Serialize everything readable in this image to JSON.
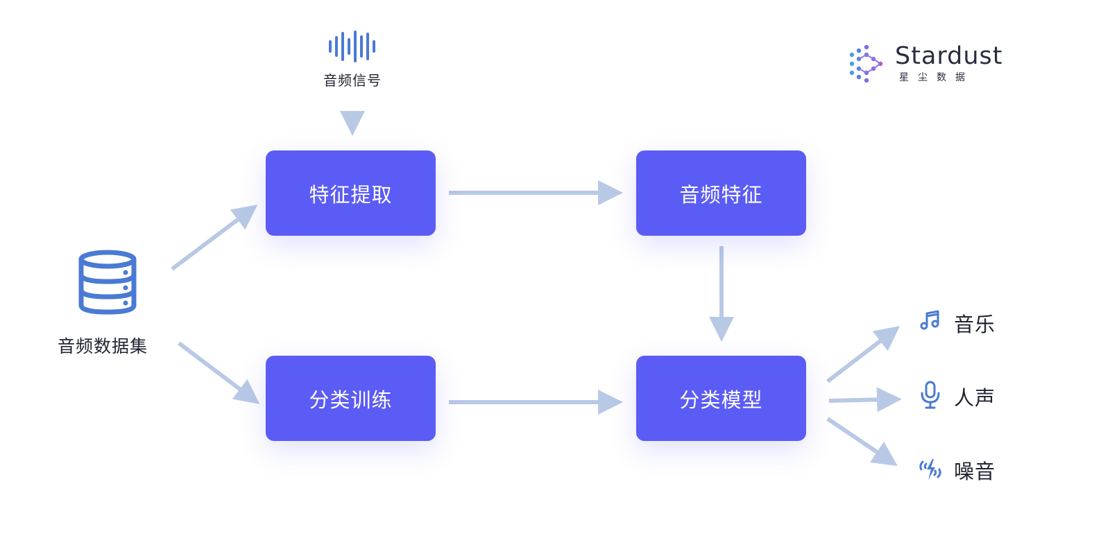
{
  "diagram": {
    "signal_label": "音频信号",
    "dataset_label": "音频数据集",
    "boxes": {
      "feature_extraction": "特征提取",
      "audio_features": "音频特征",
      "classification_training": "分类训练",
      "classification_model": "分类模型"
    },
    "outputs": [
      {
        "label": "音乐",
        "icon": "music-note-icon"
      },
      {
        "label": "人声",
        "icon": "microphone-icon"
      },
      {
        "label": "噪音",
        "icon": "noise-lightning-icon"
      }
    ]
  },
  "logo": {
    "name": "Stardust",
    "subtitle": "星尘数据"
  },
  "colors": {
    "box_fill": "#5b5cf5",
    "arrow": "#b8c9e6",
    "icon_blue": "#4a7ad4",
    "text": "#1f2330"
  }
}
